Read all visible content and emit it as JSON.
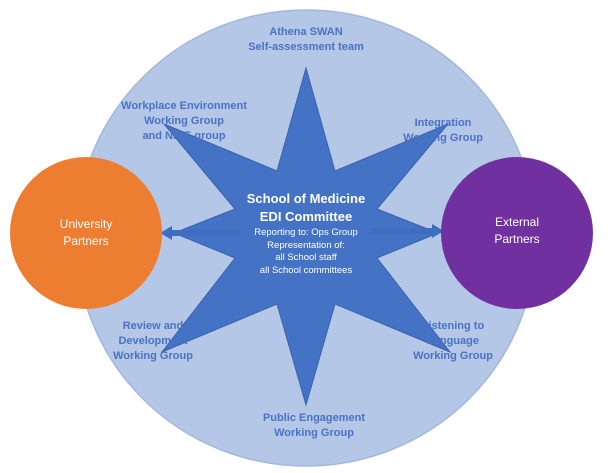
{
  "colors": {
    "outer_ellipse": "#b4c7e7",
    "outer_ellipse_stroke": "#a3b8dd",
    "star": "#4472c4",
    "star_stroke": "#3a62ad",
    "arrow": "#3f6ec0",
    "left_partner": "#ed7d31",
    "right_partner": "#7030a0",
    "label_text": "#4a72c4"
  },
  "center": {
    "title_line1": "School of Medicine",
    "title_line2": "EDI Committee",
    "reporting": "Reporting to: Ops Group",
    "representation": "Representation of:",
    "rep_staff": "all School staff",
    "rep_committees": "all School committees"
  },
  "partners": {
    "left_line1": "University",
    "left_line2": "Partners",
    "right_line1": "External",
    "right_line2": "Partners"
  },
  "groups": {
    "athena_line1": "Athena SWAN",
    "athena_line2": "Self-assessment team",
    "workplace_line1": "Workplace Environment",
    "workplace_line2": "Working Group",
    "workplace_line3": "and NICE group",
    "integration_line1": "Integration",
    "integration_line2": "Working Group",
    "review_line1": "Review and",
    "review_line2": "Development",
    "review_line3": "Working Group",
    "listening_line1": "Listening to",
    "listening_line2": "Language",
    "listening_line3": "Working Group",
    "public_line1": "Public Engagement",
    "public_line2": "Working Group"
  }
}
